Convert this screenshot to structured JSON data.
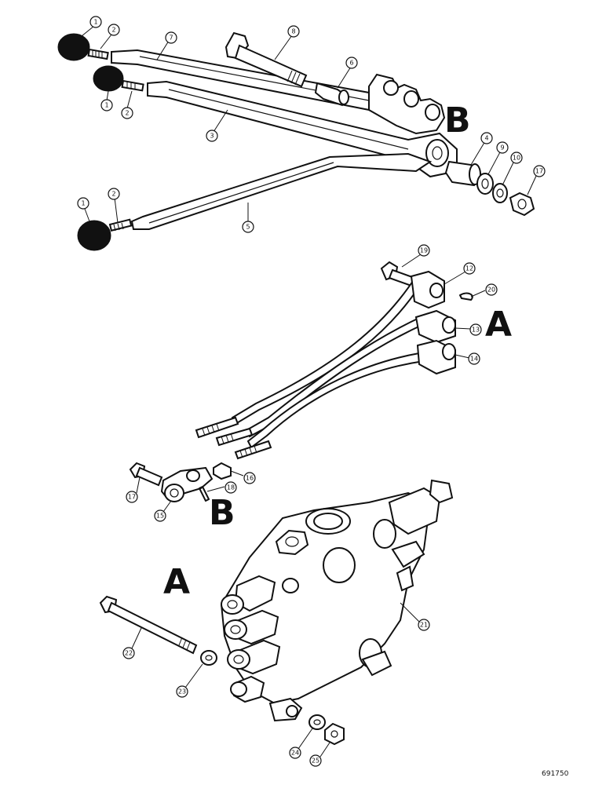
{
  "section_labels": {
    "b_top": "B",
    "a_mid": "A",
    "b_mid": "B",
    "a_bottom": "A"
  },
  "callouts": {
    "c1a": "1",
    "c2a": "2",
    "c7": "7",
    "c8": "8",
    "c6": "6",
    "c1b": "1",
    "c2b": "2",
    "c3": "3",
    "c4": "4",
    "c9": "9",
    "c10": "10",
    "c17a": "17",
    "c1c": "1",
    "c2c": "2",
    "c5": "5",
    "c19": "19",
    "c12": "12",
    "c20": "20",
    "c13": "13",
    "c14": "14",
    "c16": "16",
    "c17b": "17",
    "c18": "18",
    "c15": "15",
    "c21": "21",
    "c22": "22",
    "c23": "23",
    "c24": "24",
    "c25": "25"
  },
  "drawing_number": "691750"
}
